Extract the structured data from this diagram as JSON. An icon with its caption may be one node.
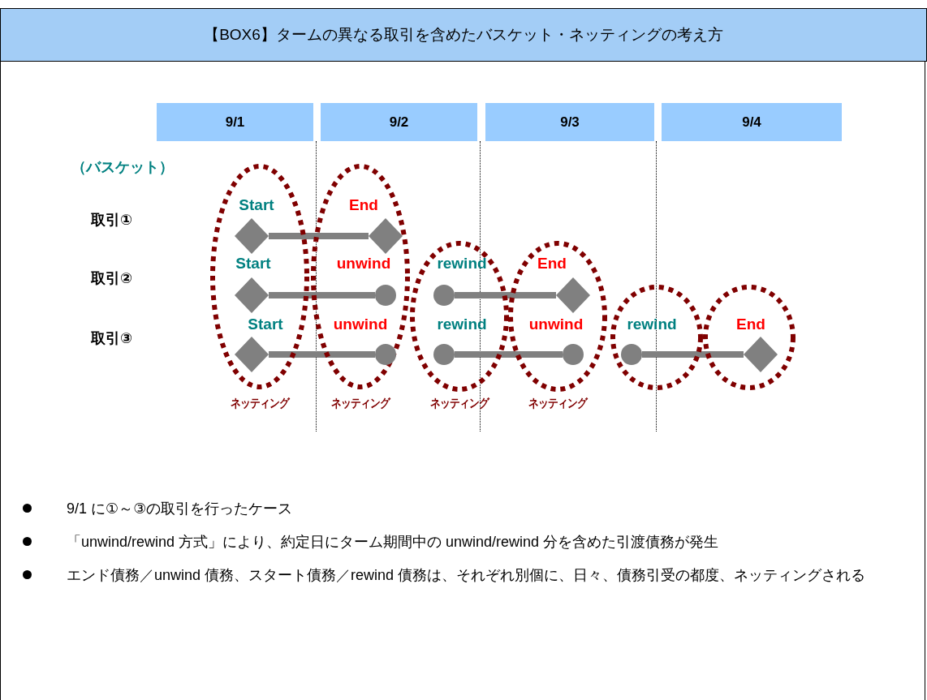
{
  "diagram": {
    "title": "【BOX6】タームの異なる取引を含めたバスケット・ネッティングの考え方",
    "nodes": [
      {
        "text": [
          "ネッティング"
        ]
      },
      {
        "text": [
          "ネッティング"
        ]
      },
      {
        "text": [
          "ネッティング"
        ]
      },
      {
        "text": [
          "ネッティング"
        ]
      },
      {
        "text": [],
        "shape": "circle"
      },
      {
        "text": [],
        "shape": "circle"
      },
      {
        "text": [],
        "shape": "diamond",
        "in": 0
      },
      {
        "text": [],
        "shape": "diamond",
        "in": 1
      },
      {
        "text": [],
        "shape": "diamond",
        "in": 0
      },
      {
        "text": [],
        "shape": "circle",
        "in": 1
      },
      {
        "text": [],
        "shape": "circle",
        "in": 2
      },
      {
        "text": [],
        "shape": "diamond",
        "in": 3
      },
      {
        "text": [],
        "shape": "diamond",
        "in": 0
      },
      {
        "text": [],
        "shape": "circle",
        "in": 1
      },
      {
        "text": [],
        "shape": "circle",
        "in": 2
      },
      {
        "text": [],
        "shape": "circle",
        "in": 3
      },
      {
        "text": [],
        "shape": "circle",
        "in": 4
      },
      {
        "text": [],
        "shape": "diamond",
        "in": 5
      }
    ],
    "edges": [
      {
        "from": 6,
        "to": 7,
        "arrow": "none"
      },
      {
        "from": 8,
        "to": 9,
        "arrow": "none"
      },
      {
        "from": 10,
        "to": 11,
        "arrow": "none"
      },
      {
        "from": 12,
        "to": 13,
        "arrow": "none"
      },
      {
        "from": 14,
        "to": 15,
        "arrow": "none"
      },
      {
        "from": 16,
        "to": 17,
        "arrow": "none"
      }
    ],
    "labels": [
      "9/1",
      "9/2",
      "9/3",
      "9/4",
      "（バスケット）",
      "取引①",
      "取引②",
      "取引③",
      "Start",
      "End",
      "Start",
      "unwind",
      "rewind",
      "End",
      "Start",
      "unwind",
      "rewind",
      "unwind",
      "rewind",
      "End",
      "9/1 に①～③の取引を行ったケース",
      "「unwind/rewind 方式」により、約定日にターム期間中の unwind/rewind 分を含めた引渡債務が発生",
      "エンド債務／unwind 債務、スタート債務／rewind 債務は、それぞれ別個に、日々、債務引受の都度、ネッティングされる"
    ]
  }
}
